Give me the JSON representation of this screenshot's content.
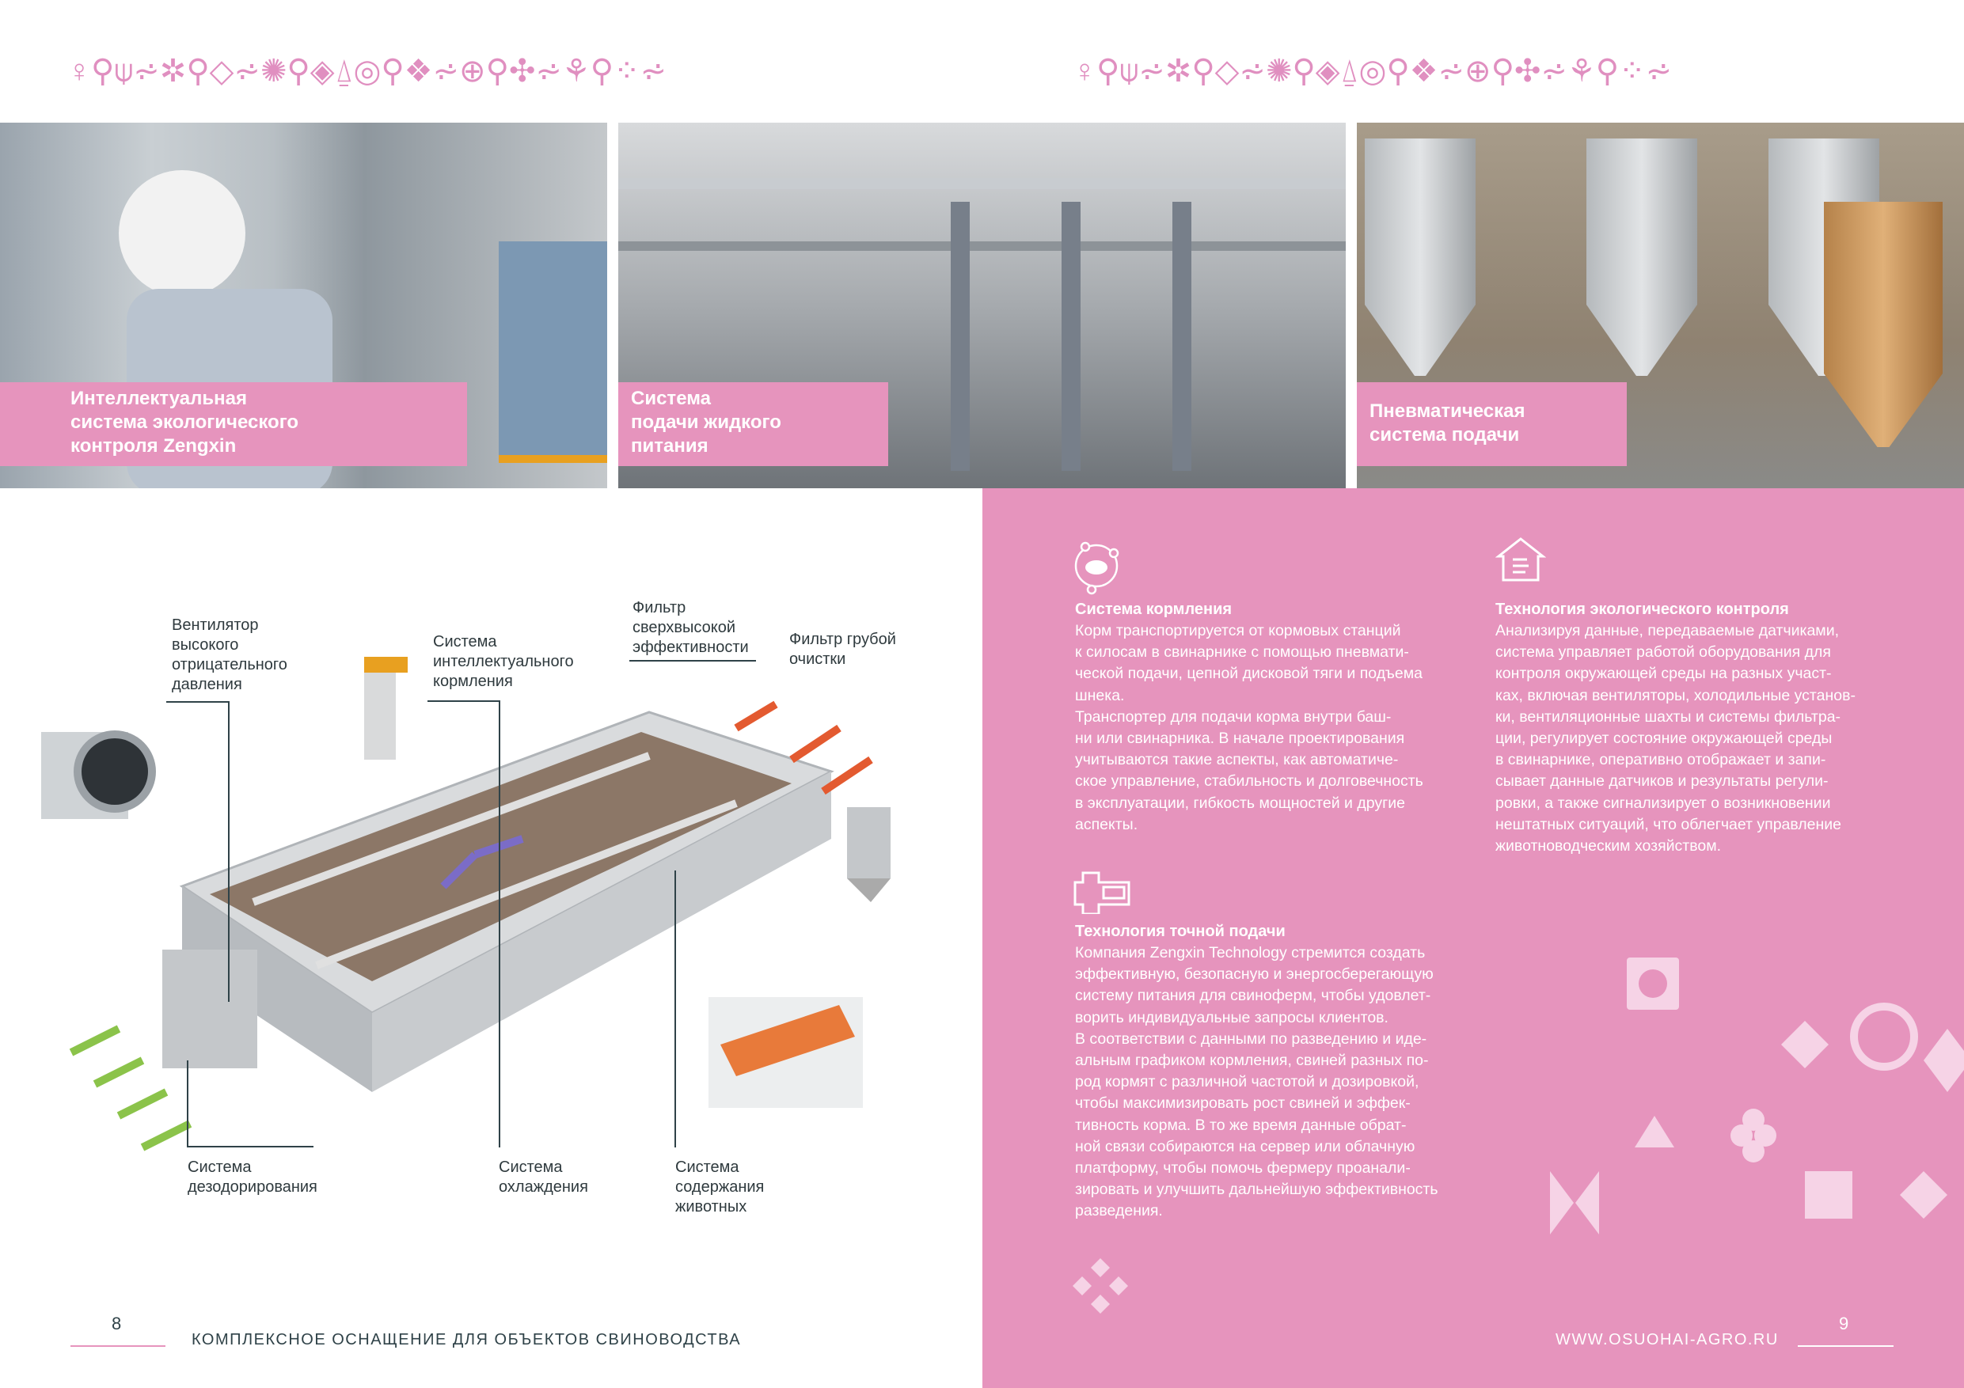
{
  "colors": {
    "accent": "#e694bd",
    "text_dark": "#2f3a3e"
  },
  "ornament": {
    "glyphs": "♀⚲⍦⩫✲⚲◇⩫✺⚲◈⍙◎⚲❖⩫⊕⚲✣⩫⚘⚲⁘⩫"
  },
  "photos": [
    {
      "label_lines": [
        "Интеллектуальная",
        "система экологического",
        "контроля Zengxin"
      ]
    },
    {
      "label_lines": [
        "Система",
        "подачи жидкого",
        "питания"
      ]
    },
    {
      "label_lines": [
        "Пневматическая",
        "система подачи"
      ]
    }
  ],
  "diagram": {
    "labels": {
      "fan": "Вентилятор\nвысокого\nотрицательного\nдавления",
      "feeding": "Система\nинтеллектуального\nкормления",
      "hepa": "Фильтр\nсверхвысокой\nэффективности",
      "coarse": "Фильтр грубой\nочистки",
      "deodor": "Система\nдезодорирования",
      "cooling": "Система\nохлаждения",
      "housing": "Система\nсодержания\nживотных"
    }
  },
  "sections": [
    {
      "title": "Система кормления",
      "icon": "pig-cycle-icon",
      "text": "Корм транспортируется от кормовых станций\nк силосам в свинарнике с помощью пневмати-\nческой подачи, цепной дисковой тяги и подъема\nшнека.\nТранспортер для подачи корма внутри баш-\nни или свинарника. В начале проектирования\nучитываются такие аспекты, как автоматиче-\nское управление, стабильность и долговечность\nв эксплуатации, гибкость мощностей и другие\nаспекты."
    },
    {
      "title": "Технология экологического контроля",
      "icon": "house-wind-icon",
      "text": "Анализируя данные, передаваемые датчиками,\nсистема управляет работой оборудования для\nконтроля окружающей среды на разных участ-\nках, включая вентиляторы, холодильные установ-\nки, вентиляционные шахты и системы фильтра-\nции, регулирует состояние окружающей среды\nв свинарнике, оперативно отображает и запи-\nсывает данные датчиков и результаты регули-\nровки, а также сигнализирует о возникновении\nнештатных ситуаций, что облегчает управление\nживотноводческим хозяйством."
    },
    {
      "title": "Технология точной подачи",
      "icon": "feeder-device-icon",
      "text": "Компания Zengxin Technology стремится создать\nэффективную, безопасную и энергосберегающую\nсистему питания для свиноферм, чтобы удовлет-\nворить индивидуальные запросы клиентов.\nВ соответствии с данными по разведению и иде-\nальным графиком кормления, свиней разных по-\nрод кормят с различной частотой и дозировкой,\nчтобы максимизировать рост свиней и эффек-\nтивность корма. В то же время данные обрат-\nной связи собираются на сервер или облачную\nплатформу, чтобы помочь фермеру проанали-\nзировать и улучшить дальнейшую эффективность\nразведения."
    }
  ],
  "footer": {
    "left_page": "8",
    "left_title": "КОМПЛЕКСНОЕ ОСНАЩЕНИЕ ДЛЯ ОБЪЕКТОВ СВИНОВОДСТВА",
    "right_site": "WWW.OSUOHAI-AGRO.RU",
    "right_page": "9"
  }
}
